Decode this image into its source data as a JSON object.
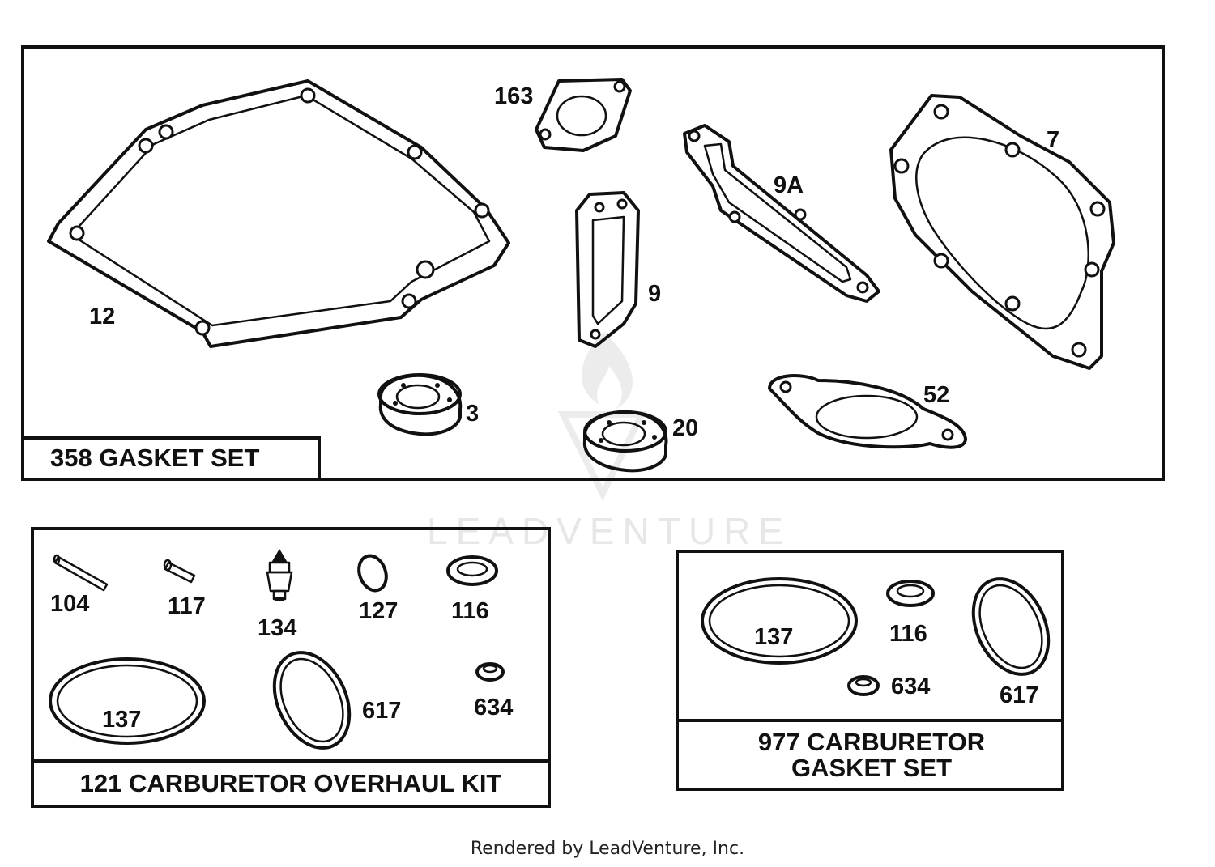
{
  "gasket_set": {
    "title": "358 GASKET SET",
    "callouts": {
      "p12": "12",
      "p163": "163",
      "p9": "9",
      "p9a": "9A",
      "p7": "7",
      "p3": "3",
      "p20": "20",
      "p52": "52"
    }
  },
  "overhaul_kit": {
    "title": "121 CARBURETOR OVERHAUL KIT",
    "callouts": {
      "p104": "104",
      "p117": "117",
      "p134": "134",
      "p127": "127",
      "p116": "116",
      "p137": "137",
      "p617": "617",
      "p634": "634"
    }
  },
  "carb_gasket_set": {
    "title_line1": "977 CARBURETOR",
    "title_line2": "GASKET SET",
    "callouts": {
      "p137": "137",
      "p116": "116",
      "p634": "634",
      "p617": "617"
    }
  },
  "watermark": "LEADVENTURE",
  "footer": "Rendered by LeadVenture, Inc."
}
